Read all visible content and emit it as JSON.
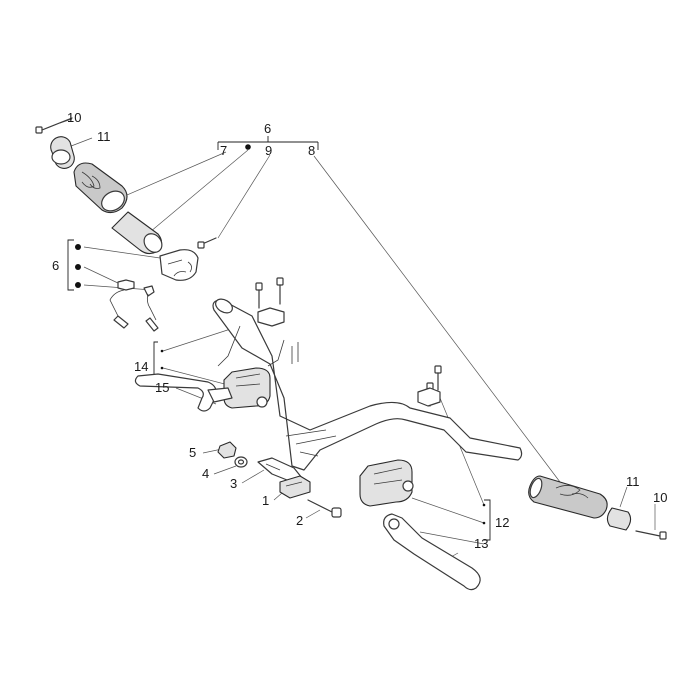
{
  "callouts": {
    "n10a": "10",
    "n11a": "11",
    "n6a": "6",
    "n7": "7",
    "n9": "9",
    "n8": "8",
    "n6b": "6",
    "n14": "14",
    "n15": "15",
    "n5": "5",
    "n4": "4",
    "n3": "3",
    "n1": "1",
    "n2": "2",
    "n12": "12",
    "n13": "13",
    "n11b": "11",
    "n10b": "10"
  }
}
